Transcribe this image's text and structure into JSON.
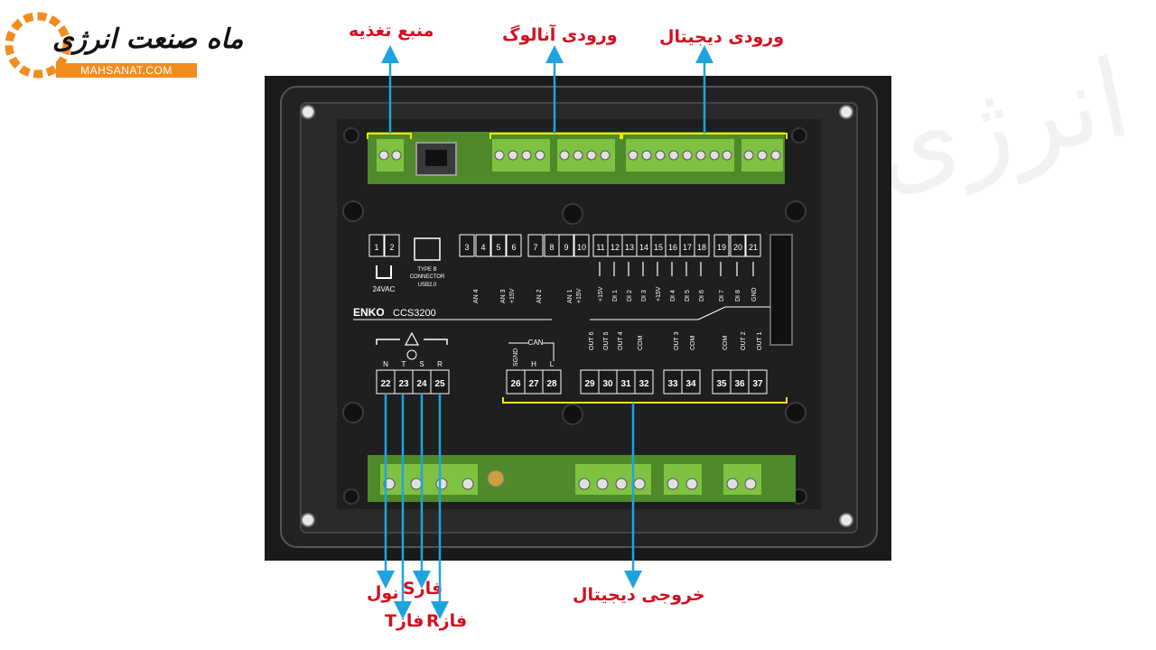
{
  "logo": {
    "text": "ماه صنعت انرژی",
    "url": "MAHSANAT.COM"
  },
  "labels": {
    "power_supply": "منبع تغذیه",
    "analog_input": "ورودی آنالوگ",
    "digital_input": "ورودی دیجیتال",
    "digital_output": "خروجی دیجیتال",
    "neutral": "نول",
    "phase_s": "فازS",
    "phase_t": "فازT",
    "phase_r": "فازR"
  },
  "device": {
    "brand": "ENKO",
    "model": "CCS3200",
    "usb_label_1": "TYPE B",
    "usb_label_2": "CONNECTOR",
    "usb_label_3": "USB2.0",
    "supply_label": "24VAC",
    "can_label": "CAN",
    "top_terminals": [
      "1",
      "2",
      "3",
      "4",
      "5",
      "6",
      "7",
      "8",
      "9",
      "10",
      "11",
      "12",
      "13",
      "14",
      "15",
      "16",
      "17",
      "18",
      "19",
      "20",
      "21"
    ],
    "bottom_terminals": [
      "22",
      "23",
      "24",
      "25",
      "26",
      "27",
      "28",
      "29",
      "30",
      "31",
      "32",
      "33",
      "34",
      "35",
      "36",
      "37"
    ],
    "analog_labels": [
      "AN 4",
      "AN 3",
      "+15V",
      "AN 2",
      "AN 1",
      "+15V"
    ],
    "digital_labels": [
      "+15V",
      "DI 1",
      "DI 2",
      "DI 3",
      "+15V",
      "DI 4",
      "DI 5",
      "DI 6",
      "DI 7",
      "DI 8",
      "GND"
    ],
    "phase_letters": [
      "N",
      "T",
      "S",
      "R"
    ],
    "can_letters": [
      "SGND",
      "H",
      "L"
    ],
    "output_labels": [
      "OUT 6",
      "OUT 5",
      "OUT 4",
      "COM",
      "OUT 3",
      "COM",
      "COM",
      "OUT 2",
      "OUT 1"
    ]
  }
}
